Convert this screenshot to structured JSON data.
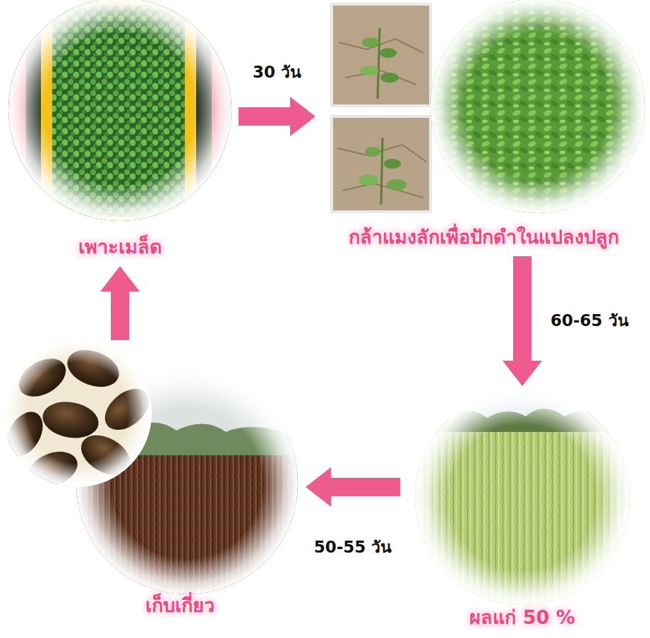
{
  "diagram": {
    "nodes": [
      {
        "text": [
          "เพาะเมล็ด"
        ]
      },
      {
        "text": [
          "กล้าแมงลักเพื่อปักดำในแปลงปลูก"
        ]
      },
      {
        "text": [
          "ผลแก่ 50 %"
        ]
      },
      {
        "text": [
          "เก็บเกี่ยว"
        ]
      }
    ],
    "edges": [
      {
        "from": 0,
        "to": 1,
        "label": "30 วัน",
        "arrow": "to"
      },
      {
        "from": 1,
        "to": 2,
        "label": "60-65 วัน",
        "arrow": "to"
      },
      {
        "from": 2,
        "to": 3,
        "label": "50-55 วัน",
        "arrow": "to"
      },
      {
        "from": 3,
        "to": 0,
        "arrow": "to"
      }
    ]
  }
}
